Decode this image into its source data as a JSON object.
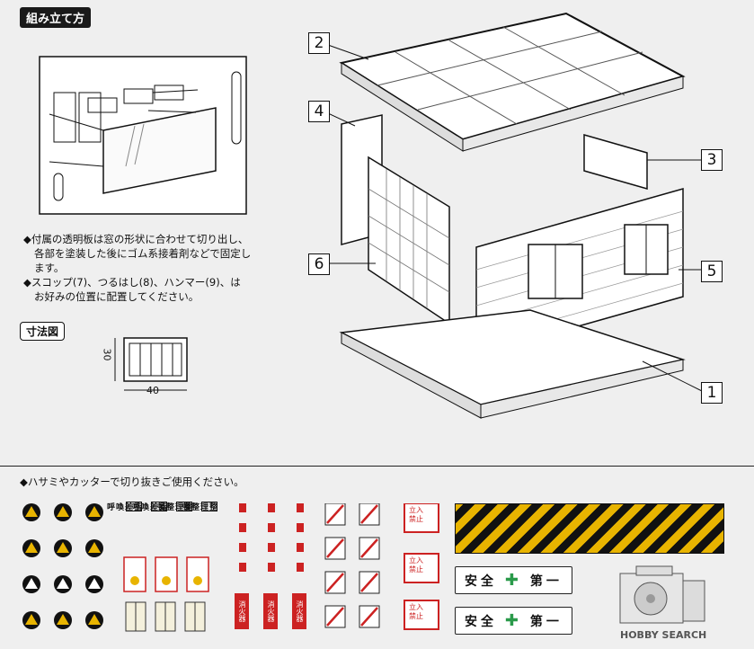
{
  "assembly": {
    "title": "組み立て方"
  },
  "notes": [
    "◆付属の透明板は窓の形状に合わせて切り出し、",
    "各部を塗装した後にゴム系接着剤などで固定し",
    "ます。",
    "◆スコップ(7)、つるはし(8)、ハンマー(9)、は",
    "お好みの位置に配置してください。"
  ],
  "dimensions": {
    "title": "寸法図",
    "width": "40",
    "height": "30"
  },
  "parts": [
    "1",
    "2",
    "3",
    "4",
    "5",
    "6"
  ],
  "cutout_note": "◆ハサミやカッターで切り抜きご使用ください。",
  "stickers": {
    "tag_a": "指差喚呼",
    "tag_b": "整理整頓",
    "fire": "消火器",
    "no_entry": [
      "立入",
      "禁止"
    ],
    "safety_first": [
      "安全",
      "第一"
    ],
    "plus": "✚"
  },
  "watermark": "HOBBY SEARCH",
  "colors": {
    "accent_yellow": "#e8b400",
    "stripe_black": "#111111",
    "danger_red": "#cc2222",
    "safety_green": "#2a9a4a"
  }
}
